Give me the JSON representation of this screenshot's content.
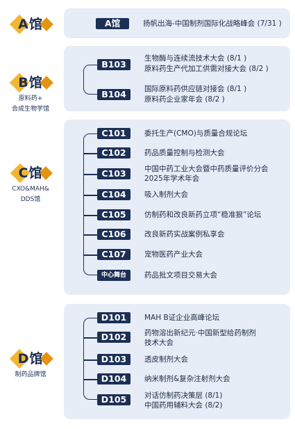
{
  "halls": [
    {
      "name": "A馆",
      "subtitle": [],
      "rooms": [
        {
          "code": "A馆",
          "lines": [
            "扬帆出海-中国制剂国际化战略峰会 (7/31 )"
          ]
        }
      ]
    },
    {
      "name": "B馆",
      "subtitle": [
        "原料药+",
        "合成生物学馆"
      ],
      "rooms": [
        {
          "code": "B103",
          "lines": [
            "生物酶与连续流技术大会 (8/1 )",
            "原料药生产代加工供需对接大会 (8/2 )"
          ]
        },
        {
          "code": "B104",
          "lines": [
            "国际原料药供应链对接会 (8/1 )",
            "原料药企业家年会 (8/2 )"
          ]
        }
      ]
    },
    {
      "name": "C馆",
      "subtitle": [
        "CXO&MAH&",
        "DDS馆"
      ],
      "rooms": [
        {
          "code": "C101",
          "lines": [
            "委托生产(CMO)与质量合规论坛"
          ]
        },
        {
          "code": "C102",
          "lines": [
            "药品质量控制与检测大会"
          ]
        },
        {
          "code": "C103",
          "lines": [
            "中国中药工业大会暨中药质量评价分会",
            "2025年学术年会"
          ]
        },
        {
          "code": "C104",
          "lines": [
            "吸入制剂大会"
          ]
        },
        {
          "code": "C105",
          "lines": [
            "仿制药和改良新药立项“稳准狠”论坛"
          ]
        },
        {
          "code": "C106",
          "lines": [
            "改良新药实战案例私享会"
          ]
        },
        {
          "code": "C107",
          "lines": [
            "宠物医药产业大会"
          ]
        },
        {
          "code": "中心舞台",
          "lines": [
            "药品批文项目交易大会"
          ]
        }
      ]
    },
    {
      "name": "D馆",
      "subtitle": [
        "制药品牌馆"
      ],
      "rooms": [
        {
          "code": "D101",
          "lines": [
            "MAH B证企业高峰论坛"
          ]
        },
        {
          "code": "D102",
          "lines": [
            "药物溶出新纪元·中国新型给药制剂",
            "技术大会"
          ]
        },
        {
          "code": "D103",
          "lines": [
            "透皮制剂大会"
          ]
        },
        {
          "code": "D104",
          "lines": [
            "纳米制剂&复杂注射剂大会"
          ]
        },
        {
          "code": "D105",
          "lines": [
            "对话仿制药决策层 (8/1)",
            "中国药用辅料大会 (8/2)"
          ]
        }
      ]
    }
  ],
  "colors": {
    "navy": "#1c2f55",
    "gold": "#e9a21b",
    "card": "#e7edf6"
  }
}
